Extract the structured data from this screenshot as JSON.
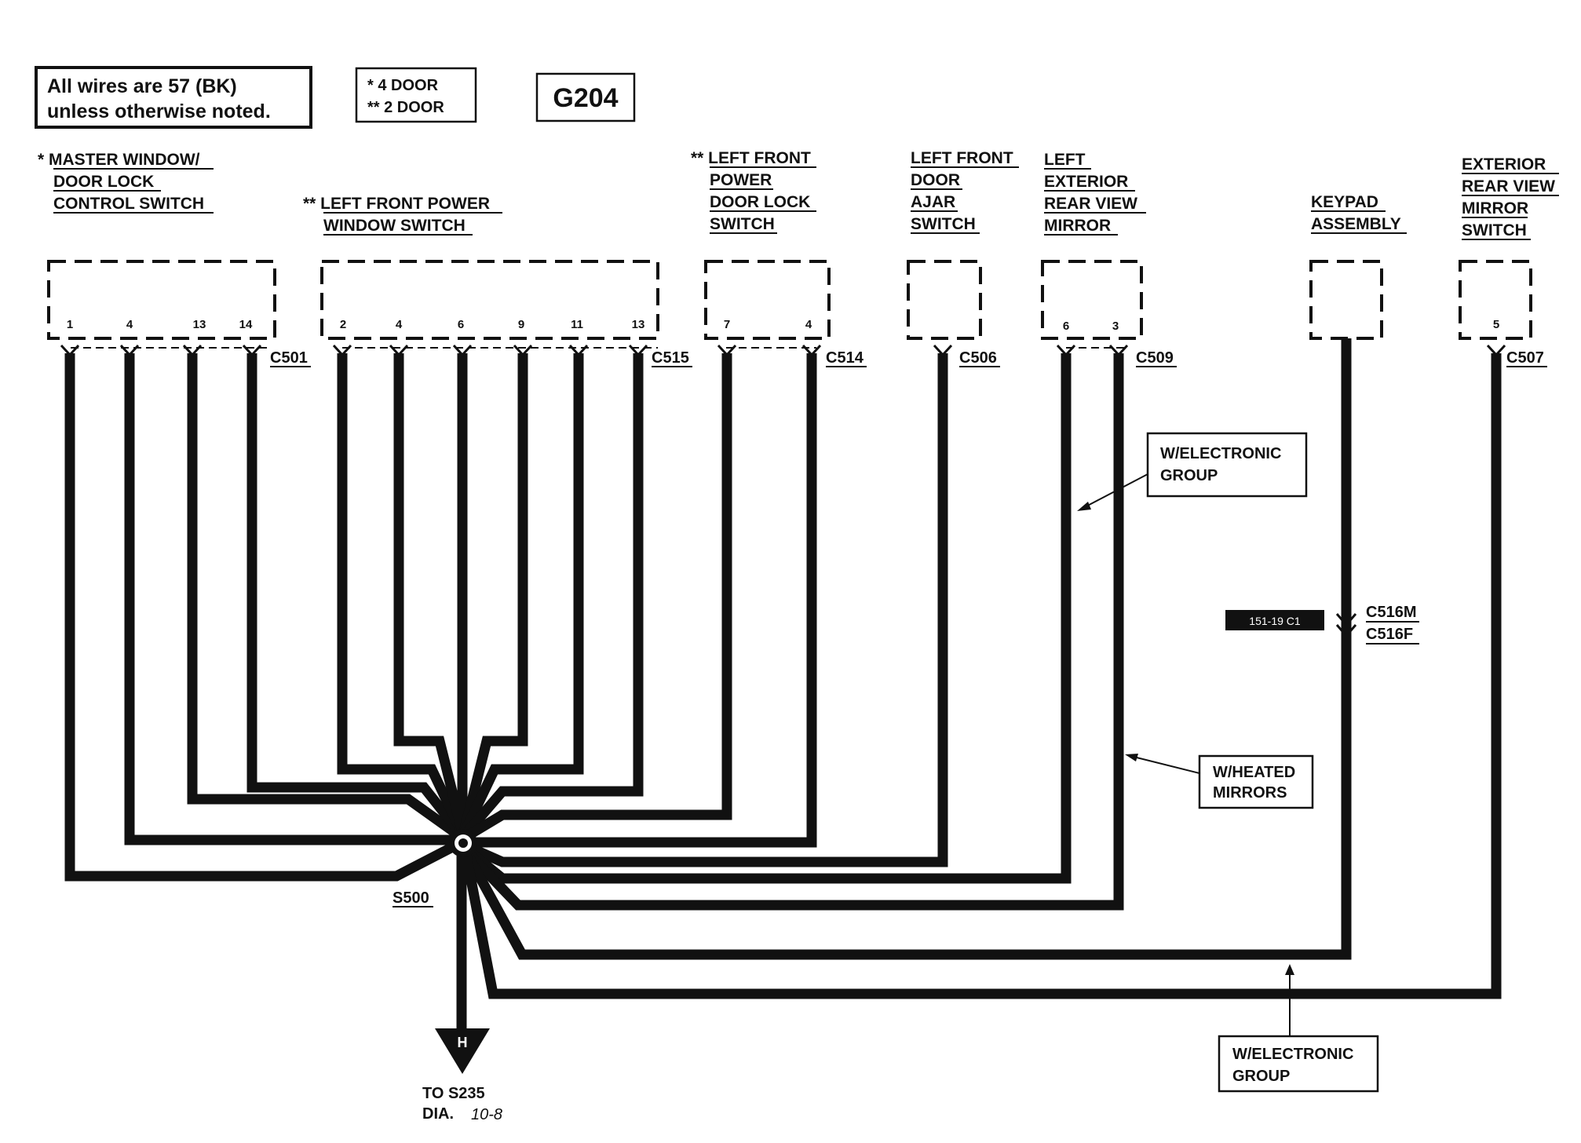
{
  "notes": {
    "wire_note_line1": "All wires are 57 (BK)",
    "wire_note_line2": "unless otherwise noted.",
    "door_legend_1": "*  4 DOOR",
    "door_legend_2": "** 2 DOOR",
    "ground_id": "G204"
  },
  "components": {
    "master_switch": {
      "line1": "* MASTER WINDOW/",
      "line2": "DOOR LOCK",
      "line3": "CONTROL SWITCH",
      "connector": "C501",
      "pins": [
        "1",
        "4",
        "13",
        "14"
      ]
    },
    "lf_power_window": {
      "line1": "** LEFT FRONT POWER",
      "line2": "WINDOW SWITCH",
      "connector": "C515",
      "pins": [
        "2",
        "4",
        "6",
        "9",
        "11",
        "13"
      ]
    },
    "lf_door_lock": {
      "line1": "** LEFT FRONT",
      "line2": "POWER",
      "line3": "DOOR LOCK",
      "line4": "SWITCH",
      "connector": "C514",
      "pins": [
        "7",
        "4"
      ]
    },
    "lf_door_ajar": {
      "line1": "LEFT FRONT",
      "line2": "DOOR",
      "line3": "AJAR",
      "line4": "SWITCH",
      "connector": "C506"
    },
    "left_mirror": {
      "line1": "LEFT",
      "line2": "EXTERIOR",
      "line3": "REAR VIEW",
      "line4": "MIRROR",
      "connector": "C509",
      "pins": [
        "6",
        "3"
      ]
    },
    "keypad": {
      "line1": "KEYPAD",
      "line2": "ASSEMBLY"
    },
    "mirror_switch": {
      "line1": "EXTERIOR",
      "line2": "REAR VIEW",
      "line3": "MIRROR",
      "line4": "SWITCH",
      "connector": "C507",
      "pins": [
        "5"
      ]
    }
  },
  "inline_connector": {
    "male": "C516M",
    "female": "C516F",
    "ref_tag": "151-19 C1"
  },
  "callouts": {
    "electronic_group_1_line1": "W/ELECTRONIC",
    "electronic_group_1_line2": "GROUP",
    "heated_mirrors_line1": "W/HEATED",
    "heated_mirrors_line2": "MIRRORS",
    "electronic_group_2_line1": "W/ELECTRONIC",
    "electronic_group_2_line2": "GROUP"
  },
  "splice": {
    "id": "S500"
  },
  "destination": {
    "letter": "H",
    "line1": "TO S235",
    "line2_prefix": "DIA.",
    "line2_ref": "10-8"
  }
}
